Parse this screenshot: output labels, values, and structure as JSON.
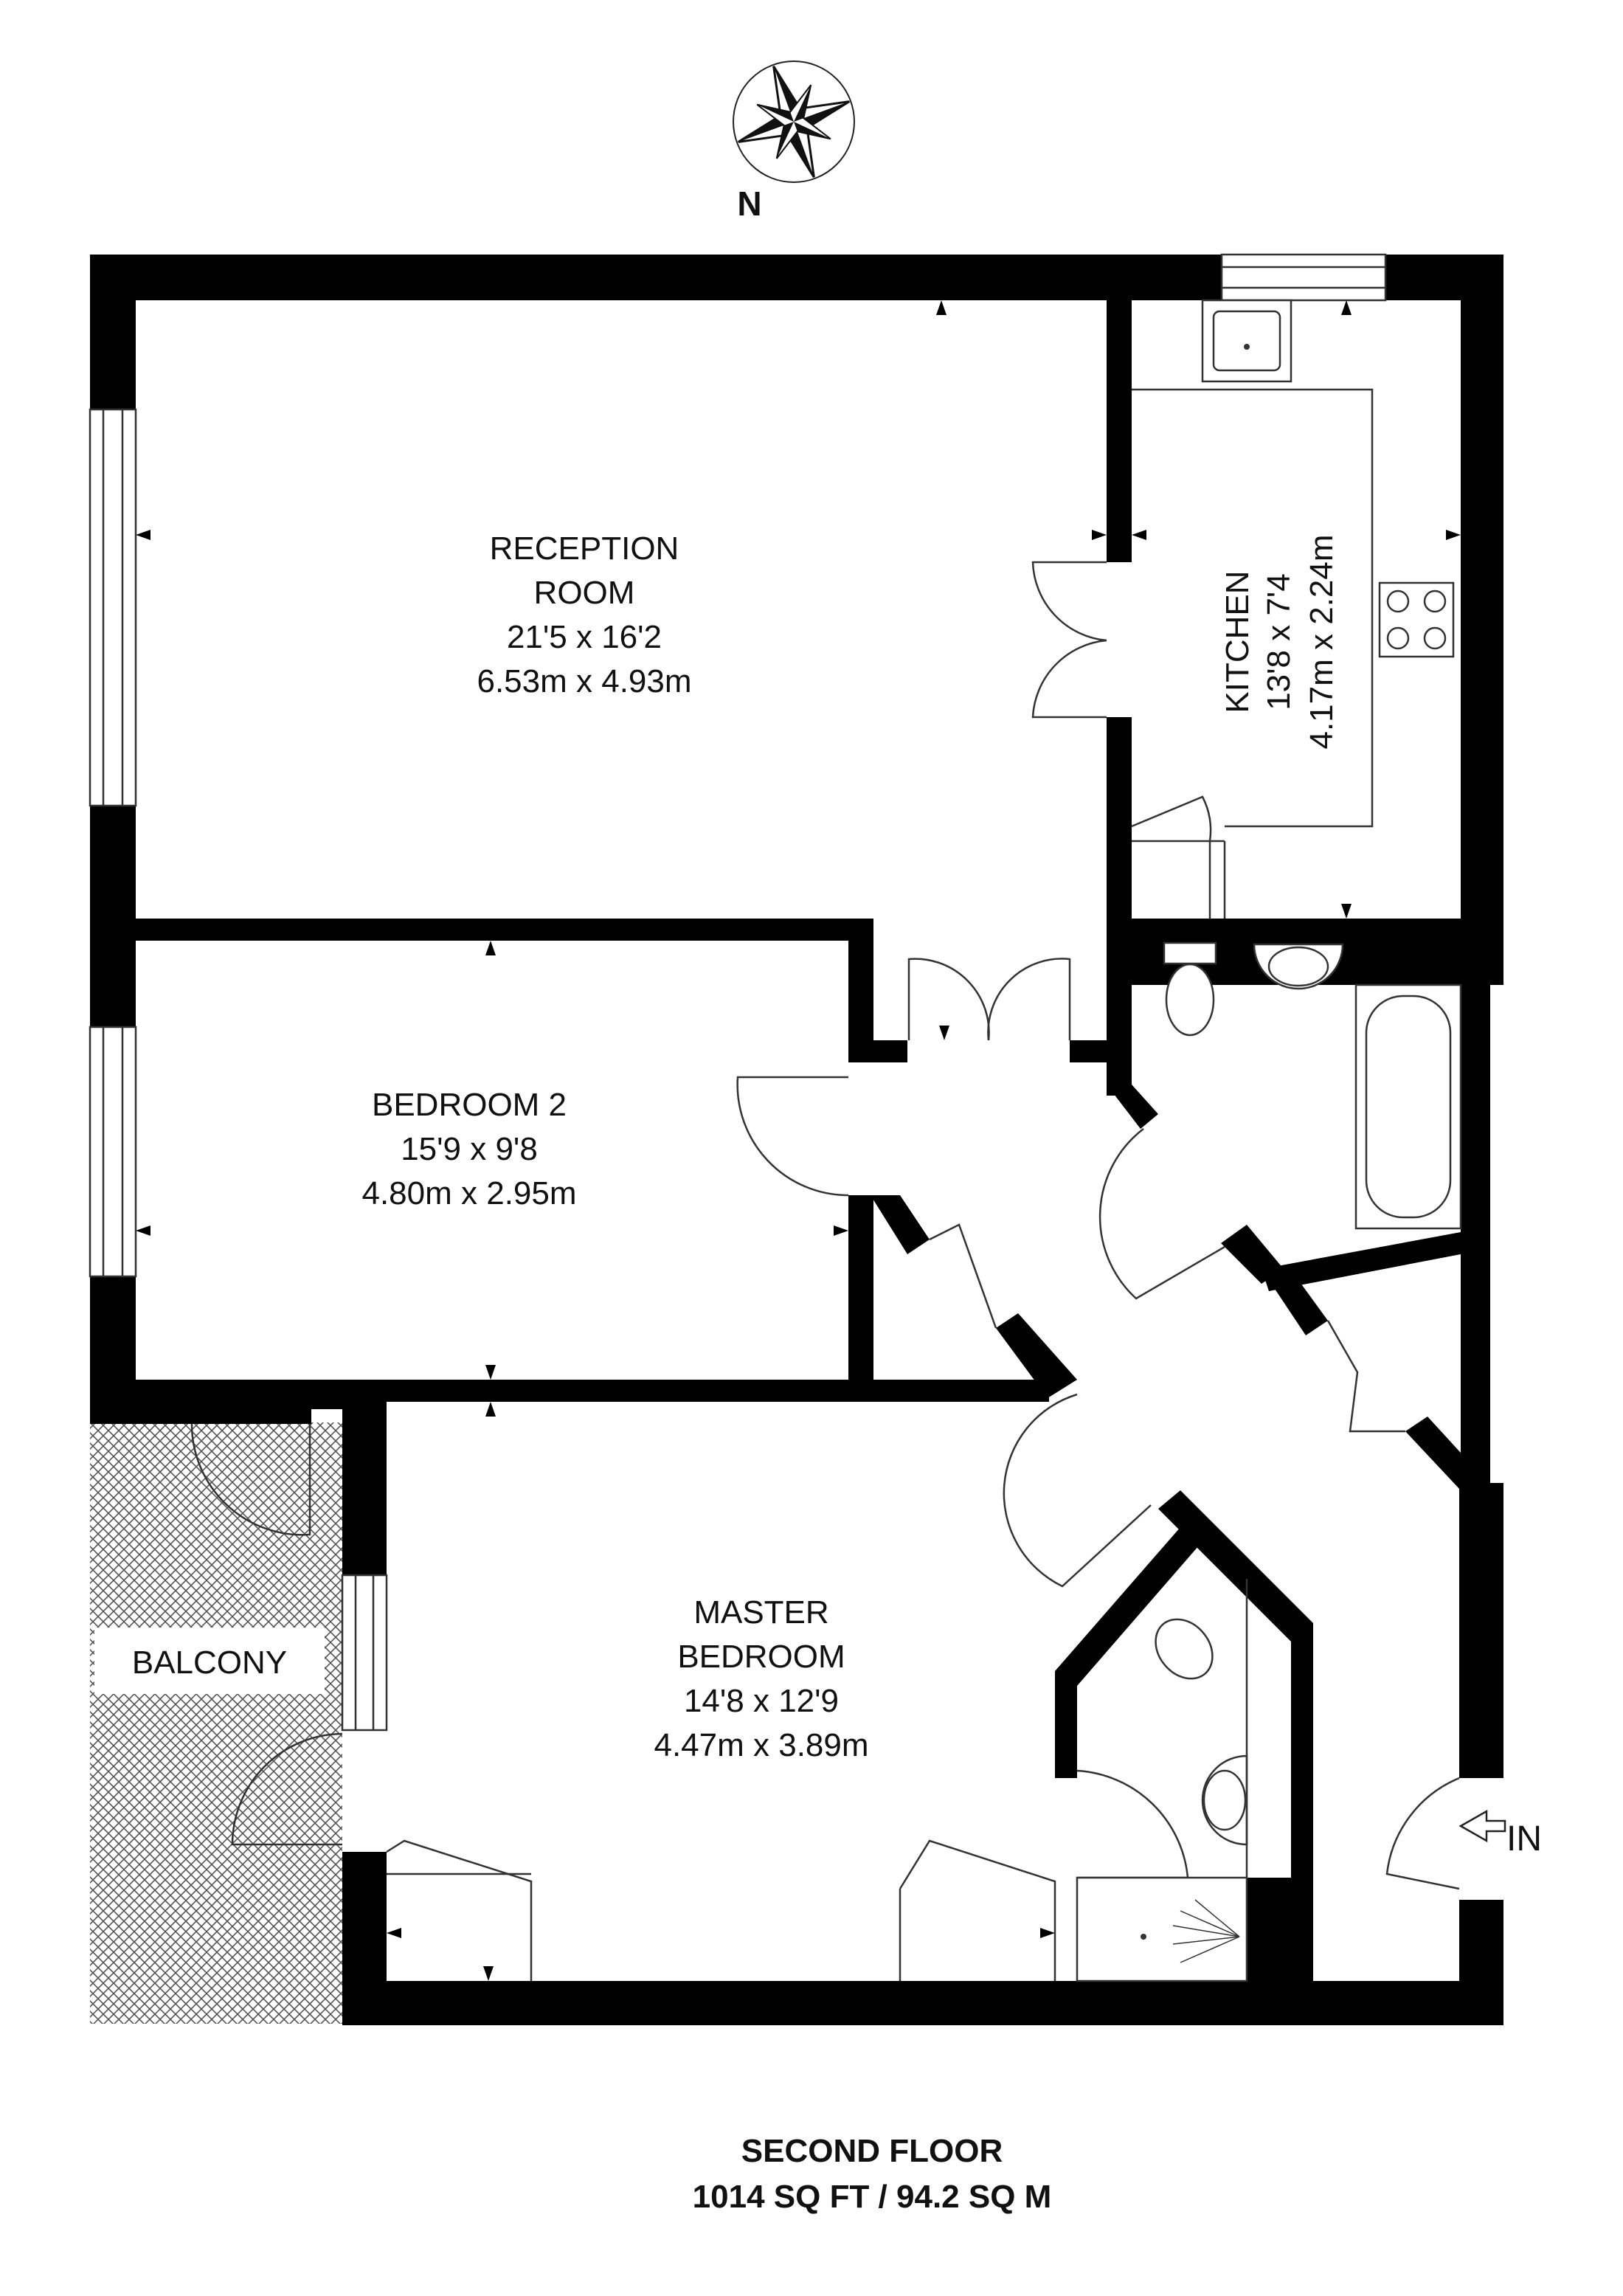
{
  "compass": {
    "label": "N"
  },
  "rooms": {
    "reception": {
      "name_line1": "RECEPTION",
      "name_line2": "ROOM",
      "imperial": "21'5 x 16'2",
      "metric": "6.53m x 4.93m"
    },
    "kitchen": {
      "name": "KITCHEN",
      "imperial": "13'8 x 7'4",
      "metric": "4.17m x 2.24m"
    },
    "bedroom2": {
      "name": "BEDROOM 2",
      "imperial": "15'9 x 9'8",
      "metric": "4.80m x 2.95m"
    },
    "master": {
      "name_line1": "MASTER",
      "name_line2": "BEDROOM",
      "imperial": "14'8 x 12'9",
      "metric": "4.47m x 3.89m"
    },
    "balcony": {
      "name": "BALCONY"
    }
  },
  "entrance": {
    "label": "IN"
  },
  "footer": {
    "floor": "SECOND FLOOR",
    "area": "1014 SQ FT / 94.2 SQ M"
  },
  "colors": {
    "walls": "#000000",
    "lines": "#333333",
    "balcony_hatch": "#555555"
  }
}
